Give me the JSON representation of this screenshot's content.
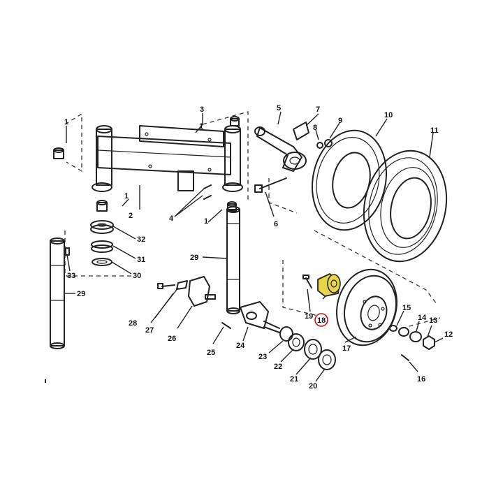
{
  "highlight_color": "#e8d64a",
  "circle_color": "#cc1111",
  "highlighted_part": "18",
  "callouts": {
    "p1a": "1",
    "p1b": "1",
    "p1c": "1",
    "p1d": "1",
    "p2": "2",
    "p3": "3",
    "p4": "4",
    "p5": "5",
    "p6": "6",
    "p7": "7",
    "p8": "8",
    "p9": "9",
    "p10": "10",
    "p11": "11",
    "p12": "12",
    "p13": "13",
    "p14": "14",
    "p15": "15",
    "p16": "16",
    "p17": "17",
    "p18": "18",
    "p19": "19",
    "p20": "20",
    "p21": "21",
    "p22": "22",
    "p23": "23",
    "p24": "24",
    "p25": "25",
    "p26": "26",
    "p27": "27",
    "p28": "28",
    "p29a": "29",
    "p29b": "29",
    "p30": "30",
    "p31": "31",
    "p32": "32",
    "p33": "33"
  }
}
